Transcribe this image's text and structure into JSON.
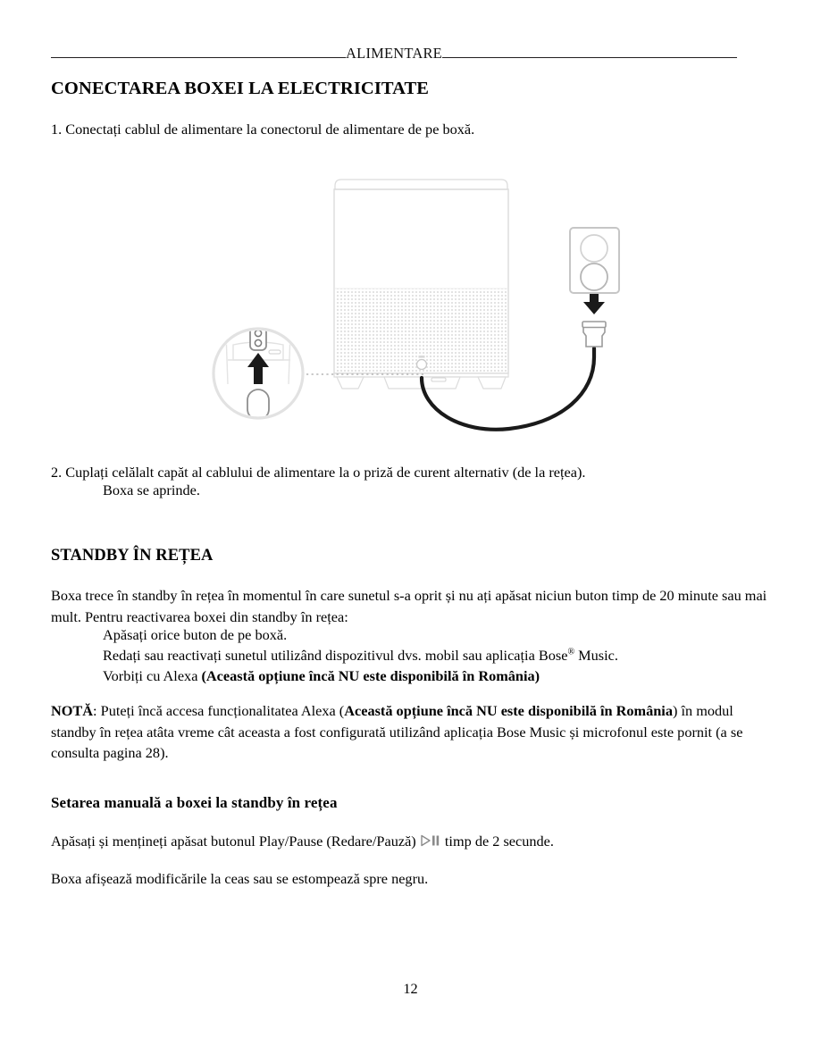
{
  "header": {
    "title": "ALIMENTARE"
  },
  "headings": {
    "main": "CONECTAREA BOXEI LA ELECTRICITATE",
    "standby": "STANDBY  ÎN REȚEA",
    "manual": "Setarea manuală a boxei la standby în rețea"
  },
  "steps": {
    "step1": "1. Conectați cablul de alimentare la conectorul de alimentare de pe boxă.",
    "step2": "2. Cuplați celălalt capăt al cablului de alimentare la o priză de curent alternativ (de la rețea).",
    "step2_note": "Boxa se aprinde."
  },
  "standby": {
    "intro": "Boxa trece în standby în rețea în momentul în care sunetul s-a oprit și nu ați apăsat niciun buton timp de 20 minute sau mai mult. Pentru reactivarea boxei din standby în rețea:",
    "item1": "Apăsați orice buton de pe boxă.",
    "item2_pre": "Redați sau reactivați sunetul utilizând dispozitivul dvs. mobil sau aplicația Bose",
    "item2_sup": "®",
    "item2_post": " Music.",
    "item3_pre": "Vorbiți cu Alexa ",
    "item3_bold": "(Această opțiune încă NU este disponibilă în România)"
  },
  "note": {
    "label": "NOTĂ",
    "part1": ": Puteți încă accesa funcționalitatea Alexa (",
    "bold": "Această opțiune încă NU este disponibilă în România",
    "part2": ") în modul standby în rețea atâta vreme cât aceasta a fost configurată utilizând aplicația Bose Music și microfonul este pornit (a se consulta pagina 28)."
  },
  "manual_section": {
    "line1_pre": "Apăsați și mențineți apăsat butonul Play/Pause (Redare/Pauză)",
    "icon": "play-pause-icon",
    "line1_post": "timp de 2 secunde.",
    "line2": "Boxa afișează modificările la ceas sau se estompează spre negru."
  },
  "figure": {
    "caption_semantic": "speaker-power-connection-diagram",
    "parts": {
      "speaker": "bose-speaker",
      "grille": "speaker-grille",
      "port": "speaker-port",
      "callout": "power-connector-callout",
      "outlet": "wall-outlet",
      "plug": "power-plug",
      "cable": "power-cable",
      "arrow_outlet": "arrow-up-to-outlet",
      "arrow_callout": "arrow-up-to-connector"
    }
  },
  "folio": {
    "page_number": "12"
  },
  "colors": {
    "text": "#000000",
    "rule": "#221f20",
    "line_art": "#d9d9d9",
    "line_art_dark": "#b9b9b9",
    "cable": "#1a1a1a",
    "icon_gray": "#8a8a8a"
  }
}
